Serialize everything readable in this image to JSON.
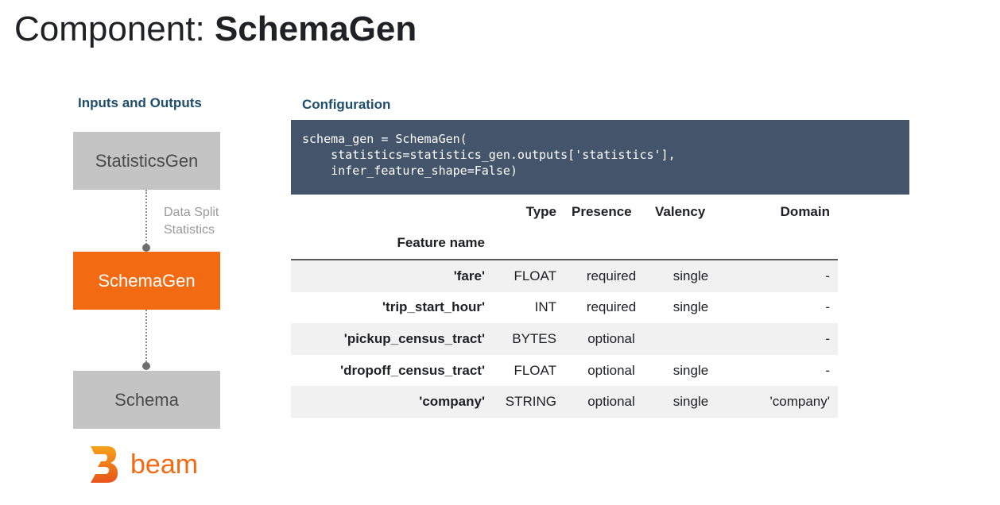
{
  "title": {
    "prefix": "Component: ",
    "name": "SchemaGen"
  },
  "left_panel": {
    "heading": "Inputs and Outputs",
    "input_box": "StatisticsGen",
    "edge_label": "Data Split\nStatistics",
    "component_box": "SchemaGen",
    "output_box": "Schema",
    "logo_text": "beam"
  },
  "config": {
    "heading": "Configuration",
    "code": "schema_gen = SchemaGen(\n    statistics=statistics_gen.outputs['statistics'],\n    infer_feature_shape=False)"
  },
  "table": {
    "columns": {
      "type": "Type",
      "presence": "Presence",
      "valency": "Valency",
      "domain": "Domain",
      "feature_name": "Feature name"
    },
    "rows": [
      {
        "name": "'fare'",
        "type": "FLOAT",
        "presence": "required",
        "valency": "single",
        "domain": "-"
      },
      {
        "name": "'trip_start_hour'",
        "type": "INT",
        "presence": "required",
        "valency": "single",
        "domain": "-"
      },
      {
        "name": "'pickup_census_tract'",
        "type": "BYTES",
        "presence": "optional",
        "valency": "",
        "domain": "-"
      },
      {
        "name": "'dropoff_census_tract'",
        "type": "FLOAT",
        "presence": "optional",
        "valency": "single",
        "domain": "-"
      },
      {
        "name": "'company'",
        "type": "STRING",
        "presence": "optional",
        "valency": "single",
        "domain": "'company'"
      }
    ]
  },
  "colors": {
    "component_accent": "#f26a12",
    "code_background": "#44546a",
    "heading_color": "#1f4e6b"
  }
}
